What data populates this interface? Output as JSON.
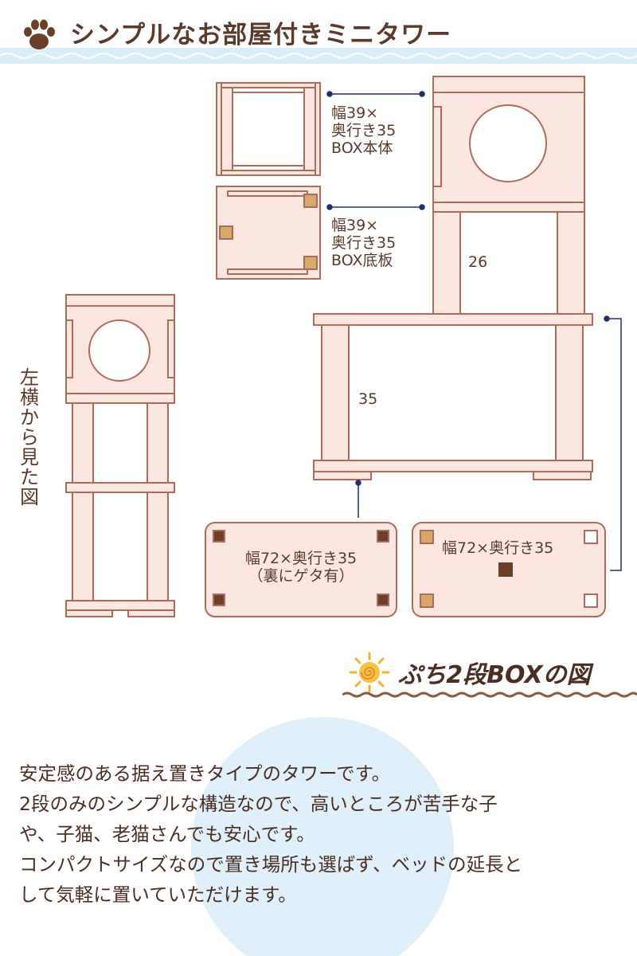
{
  "header": {
    "title": "シンプルなお部屋付きミニタワー",
    "icon": "paw-icon",
    "band_color": "#d9eef8",
    "wave_color": "#ffffff"
  },
  "diagram": {
    "wood_fill": "#fbe6e0",
    "wood_stroke": "#b06a5a",
    "leader_color": "#1f2f6e",
    "labels": {
      "box_body": [
        "幅39×",
        "奥行き35",
        "BOX本体"
      ],
      "box_bottom": [
        "幅39×",
        "奥行き35",
        "BOX底板"
      ],
      "height_upper": "26",
      "height_lower": "35",
      "base_plate": [
        "幅72×奥行き35",
        "（裏にゲタ有）"
      ],
      "mid_plate": "幅72×奥行き35",
      "side_view": [
        "左",
        "横",
        "か",
        "ら",
        "見",
        "た",
        "図"
      ]
    }
  },
  "subtitle": {
    "text": "ぷち2段BOXの図",
    "icon": "sun-swirl-icon",
    "underline_color": "#8a5a3a"
  },
  "description": {
    "lines": [
      "安定感のある据え置きタイプのタワーです。",
      "2段のみのシンプルな構造なので、高いところが苦手な子",
      "や、子猫、老猫さんでも安心です。",
      "コンパクトサイズなので置き場所も選ばず、ベッドの延長と",
      "して気軽に置いていただけます。"
    ]
  }
}
